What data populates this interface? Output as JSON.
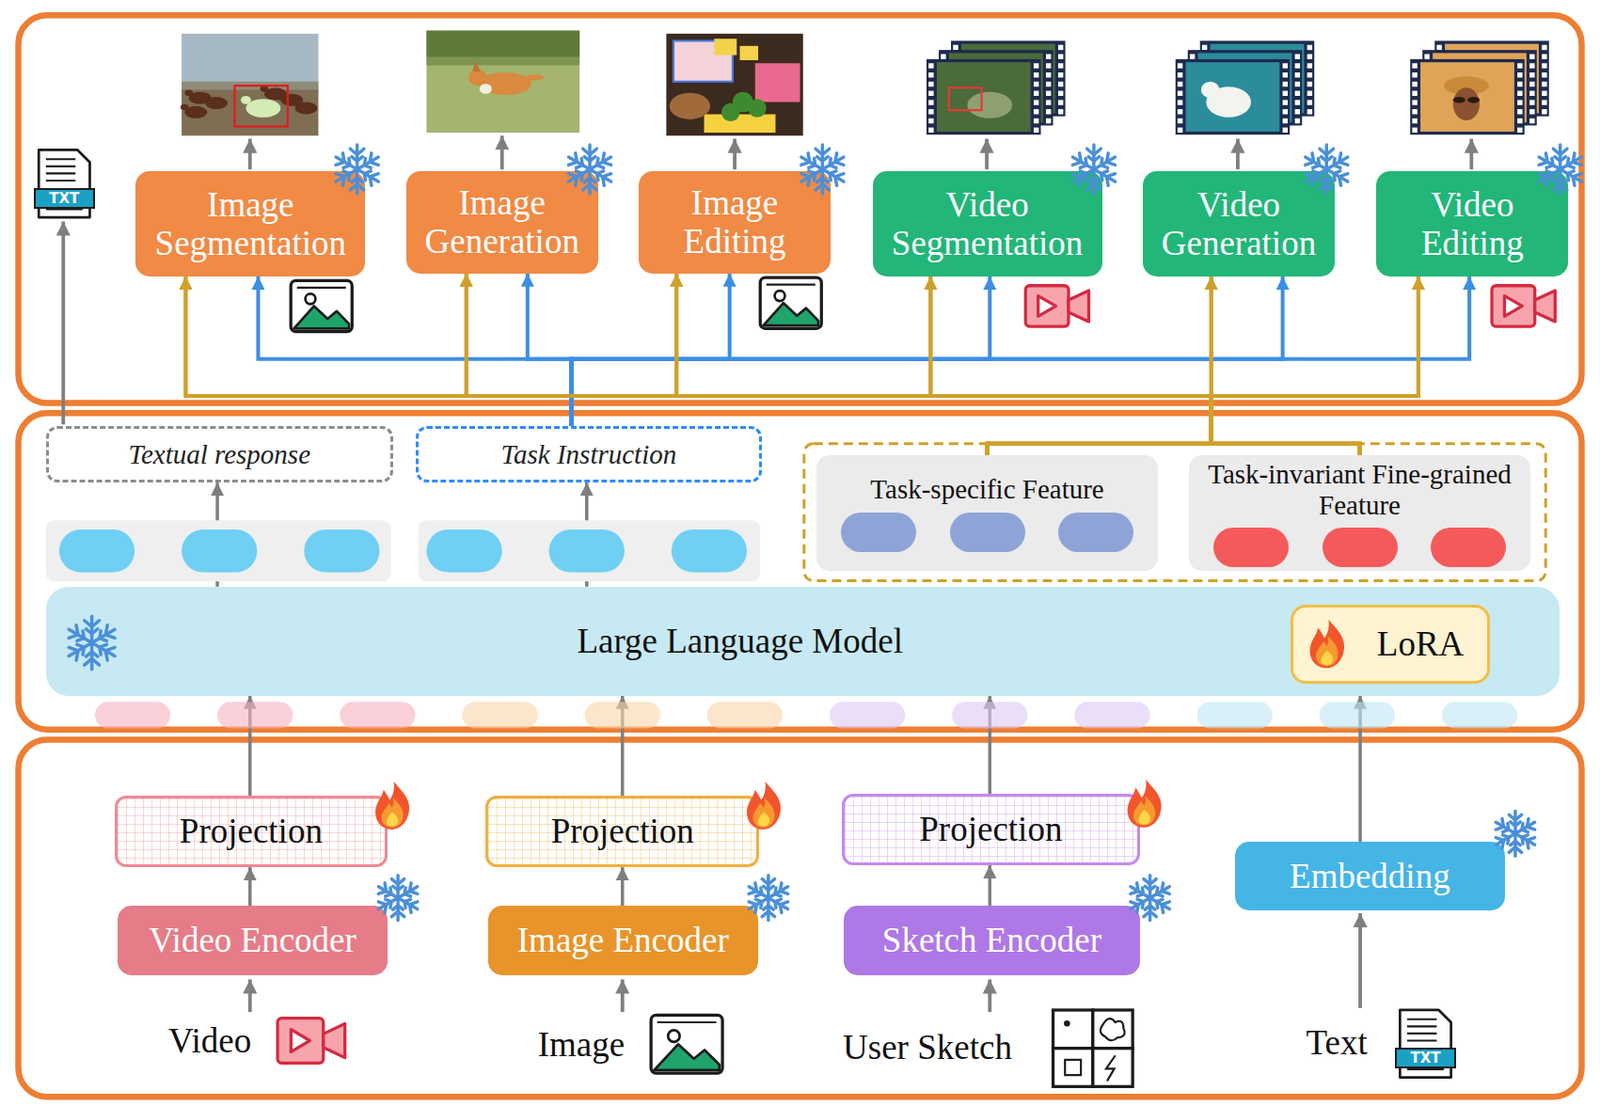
{
  "diagram": {
    "nodes": [
      {
        "text": [
          "Image Segmentation"
        ]
      },
      {
        "text": [
          "Image Generation"
        ]
      },
      {
        "text": [
          "Image Editing"
        ]
      },
      {
        "text": [
          "Video Segmentation"
        ]
      },
      {
        "text": [
          "Video Generation"
        ]
      },
      {
        "text": [
          "Video Editing"
        ]
      },
      {
        "text": [
          "Textual response"
        ]
      },
      {
        "text": [
          "Task Instruction"
        ]
      },
      {
        "text": [
          "Task-specific Feature"
        ]
      },
      {
        "text": [
          "Task-invariant Fine-grained Feature"
        ]
      },
      {
        "text": [
          "Large Language Model"
        ]
      },
      {
        "text": [
          "LoRA"
        ],
        "in": 10
      },
      {
        "text": [
          "Projection"
        ]
      },
      {
        "text": [
          "Video Encoder"
        ]
      },
      {
        "text": [
          "Projection"
        ]
      },
      {
        "text": [
          "Image Encoder"
        ]
      },
      {
        "text": [
          "Projection"
        ]
      },
      {
        "text": [
          "Sketch Encoder"
        ]
      },
      {
        "text": [
          "Embedding"
        ]
      }
    ],
    "edges": [
      {
        "from": 7,
        "to": 0,
        "arrow": "to"
      },
      {
        "from": 7,
        "to": 1,
        "arrow": "to"
      },
      {
        "from": 7,
        "to": 2,
        "arrow": "to"
      },
      {
        "from": 7,
        "to": 3,
        "arrow": "to"
      },
      {
        "from": 7,
        "to": 4,
        "arrow": "to"
      },
      {
        "from": 7,
        "to": 5,
        "arrow": "to"
      },
      {
        "from": 8,
        "to": 0,
        "arrow": "to"
      },
      {
        "from": 8,
        "to": 1,
        "arrow": "to"
      },
      {
        "from": 8,
        "to": 2,
        "arrow": "to"
      },
      {
        "from": 8,
        "to": 3,
        "arrow": "to"
      },
      {
        "from": 8,
        "to": 4,
        "arrow": "to"
      },
      {
        "from": 8,
        "to": 5,
        "arrow": "to"
      },
      {
        "from": 9,
        "to": 0,
        "arrow": "to"
      },
      {
        "from": 9,
        "to": 1,
        "arrow": "to"
      },
      {
        "from": 9,
        "to": 2,
        "arrow": "to"
      },
      {
        "from": 9,
        "to": 3,
        "arrow": "to"
      },
      {
        "from": 9,
        "to": 4,
        "arrow": "to"
      },
      {
        "from": 9,
        "to": 5,
        "arrow": "to"
      },
      {
        "from": 10,
        "to": 6,
        "arrow": "to"
      },
      {
        "from": 10,
        "to": 7,
        "arrow": "to"
      },
      {
        "from": 13,
        "to": 12,
        "arrow": "to"
      },
      {
        "from": 12,
        "to": 10,
        "arrow": "to"
      },
      {
        "from": 15,
        "to": 14,
        "arrow": "to"
      },
      {
        "from": 14,
        "to": 10,
        "arrow": "to"
      },
      {
        "from": 17,
        "to": 16,
        "arrow": "to"
      },
      {
        "from": 16,
        "to": 10,
        "arrow": "to"
      },
      {
        "from": 18,
        "to": 10,
        "arrow": "to"
      }
    ],
    "labels": [
      "TXT",
      "Video",
      "Image",
      "User Sketch",
      "Text",
      "TXT"
    ]
  }
}
